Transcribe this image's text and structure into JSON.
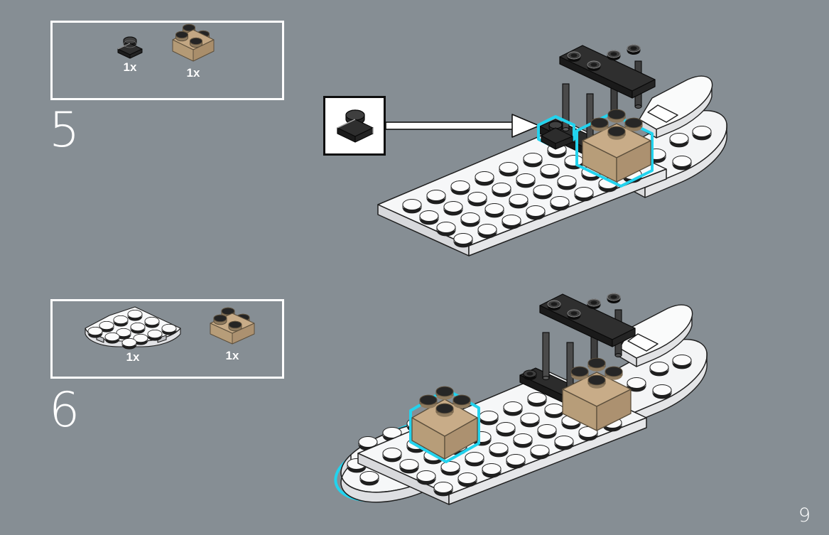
{
  "page": {
    "background_color": "#868e94",
    "page_number": "9",
    "accent_highlight_color": "#22d3ee",
    "white": "#ffffff",
    "black": "#1a1a1a",
    "tan": "#c3a783"
  },
  "steps": [
    {
      "step_number": "5",
      "parts_box": {
        "border_color": "#ffffff",
        "parts": [
          {
            "name": "plate-1x1-black",
            "description": "1 x 1 plate, black",
            "quantity_label": "1x",
            "color": "#2b2b2b"
          },
          {
            "name": "brick-2x2-tan",
            "description": "2 x 2 brick, tan",
            "quantity_label": "1x",
            "color": "#c3a783"
          }
        ]
      },
      "detail_callout": {
        "name": "plate-1x1-black-detail",
        "description": "Enlarged view of black 1 x 1 plate",
        "border_color": "#0d0d0d",
        "fill_color": "#ffffff"
      },
      "arrow": {
        "name": "placement-arrow",
        "direction": "right",
        "color": "#ffffff",
        "outline_color": "#111111"
      },
      "assembly": {
        "name": "ship-hull-stage-5",
        "description": "White 6x16 plate hull with black 1x4 plate on pillars, white curved nose, tan 2x2 brick and black 1x1 plate newly added",
        "highlighted_parts": [
          "plate-1x1-black",
          "brick-2x2-tan"
        ]
      }
    },
    {
      "step_number": "6",
      "parts_box": {
        "border_color": "#ffffff",
        "parts": [
          {
            "name": "plate-4x4-round-corner-white",
            "description": "4 x 4 round corner plate, white",
            "quantity_label": "1x",
            "color": "#f2f3f4"
          },
          {
            "name": "brick-2x2-tan",
            "description": "2 x 2 brick, tan",
            "quantity_label": "1x",
            "color": "#c3a783"
          }
        ]
      },
      "assembly": {
        "name": "ship-hull-stage-6",
        "description": "Hull extended with white round corner plate at stern and a second tan 2x2 brick",
        "highlighted_parts": [
          "plate-4x4-round-corner-white",
          "brick-2x2-tan"
        ]
      }
    }
  ]
}
